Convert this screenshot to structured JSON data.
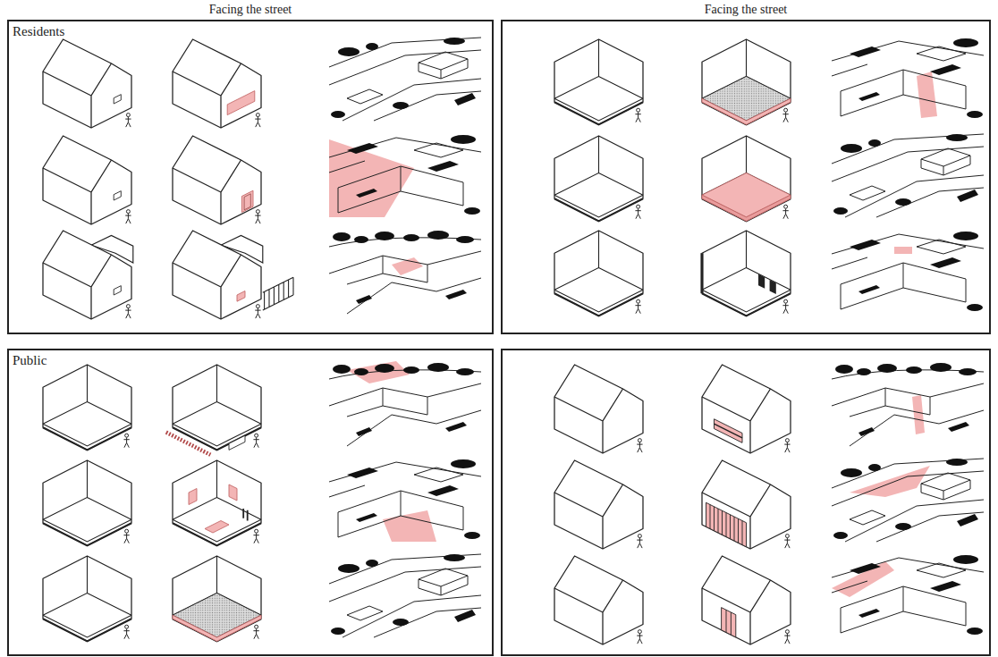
{
  "diagram": {
    "nodes": [
      {
        "text": [
          "Residents"
        ]
      },
      {
        "text": [
          "Public"
        ]
      }
    ],
    "labels": [
      "Facing the street",
      "Facing the street"
    ]
  }
}
